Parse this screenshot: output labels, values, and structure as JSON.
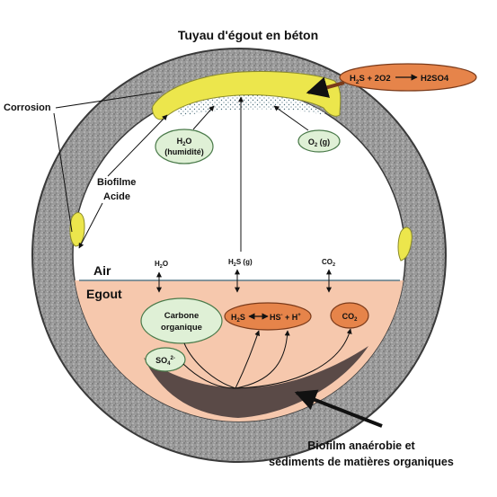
{
  "title": "Tuyau d'égout en béton",
  "labels": {
    "corrosion": "Corrosion",
    "biofilm_acide_1": "Biofilme",
    "biofilm_acide_2": "Acide",
    "air": "Air",
    "egout": "Egout",
    "bottom_1": "Biofilm anaérobie et",
    "bottom_2": "sédiments de matières organiques"
  },
  "reaction": {
    "h2s": "H",
    "sub2": "2",
    "rest": "S + 2O2",
    "product": "H2SO4"
  },
  "ovals": {
    "h2o_humidite_1": "H",
    "h2o_humidite_sub": "2",
    "h2o_humidite_2": "O",
    "h2o_humidite_3": "(humidité)",
    "o2_main": "O",
    "o2_sub": "2",
    "o2_suffix": " (g)",
    "carbone_1": "Carbone",
    "carbone_2": "organique",
    "so4_main": "SO",
    "so4_sub": "4",
    "so4_sup": "2-",
    "h2s_main": "H",
    "h2s_sub": "2",
    "h2s_s": "S",
    "hs": "HS",
    "hs_sup": "-",
    "plus_h": " + H",
    "h_sup": "+",
    "co2_main": "CO",
    "co2_sub": "2"
  },
  "interface": {
    "h2o_main": "H",
    "h2o_sub": "2",
    "h2o_end": "O",
    "h2s_main": "H",
    "h2s_sub": "2",
    "h2s_end": "S (g)",
    "co2_main": "CO",
    "co2_sub": "2"
  },
  "colors": {
    "concrete": "#8e8e8e",
    "air": "#ffffff",
    "sewage": "#f6c8ad",
    "biofilm_yellow": "#ece64c",
    "green_oval": "#dff0d6",
    "orange_oval": "#e6844a",
    "sediment": "#5a4a47"
  }
}
